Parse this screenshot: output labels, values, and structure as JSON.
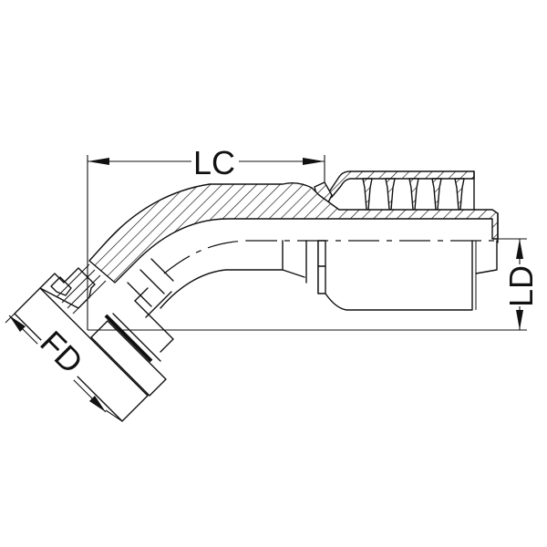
{
  "drawing": {
    "subject": "45-degree SAE flange hose fitting (section view)",
    "colors": {
      "line": "#111111",
      "background": "#ffffff"
    },
    "dimensions": {
      "lc": {
        "label": "LC"
      },
      "ld": {
        "label": "LD"
      },
      "fd": {
        "label": "FD"
      }
    },
    "features": {
      "bend_angle_deg": 45,
      "ferrule_grooves": 5,
      "flange_seal": "o-ring groove"
    }
  }
}
